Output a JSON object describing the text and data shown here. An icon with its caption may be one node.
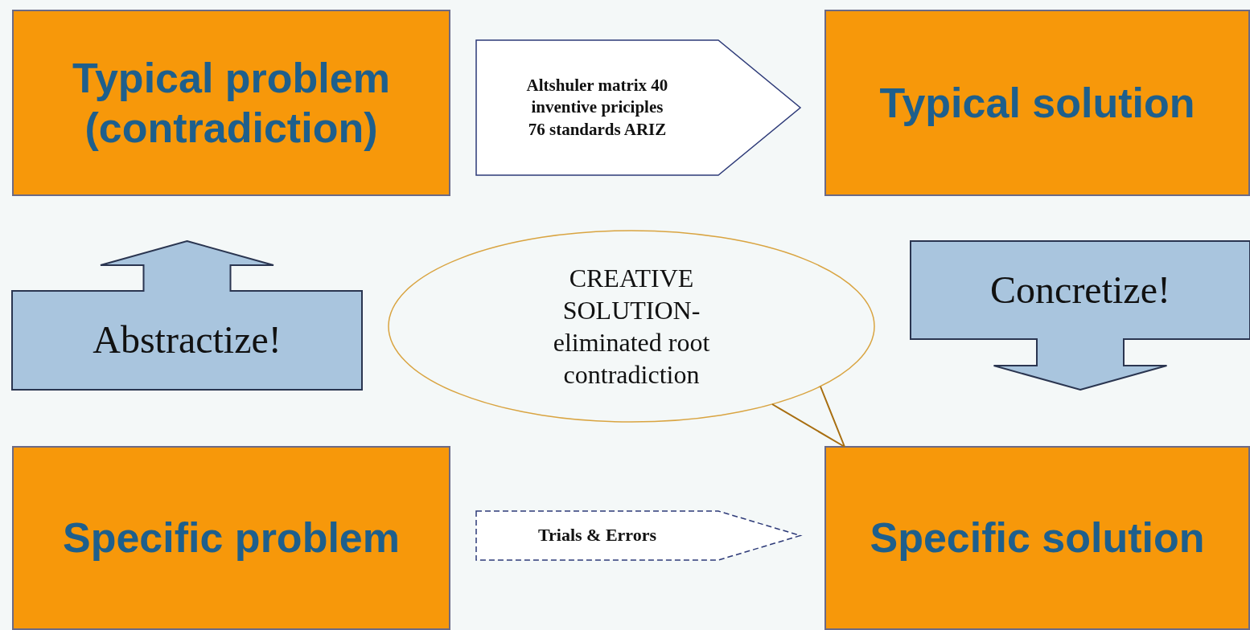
{
  "diagram": {
    "nodes": [
      {
        "text": [
          "Typical problem (contradiction)"
        ]
      },
      {
        "text": [
          "Typical solution"
        ]
      },
      {
        "text": [
          "CREATIVE SOLUTION- eliminated root contradiction"
        ]
      },
      {
        "text": [
          "Specific problem"
        ]
      },
      {
        "text": [
          "Specific solution"
        ]
      }
    ],
    "edges": [
      {
        "from": 0,
        "to": 1,
        "arrow": "to",
        "label": "Altshuler matrix 40 inventive priciples 76 standards ARIZ"
      },
      {
        "from": 3,
        "to": 0,
        "arrow": "to",
        "label": "Abstractize!",
        "style": "thick"
      },
      {
        "from": 1,
        "to": 4,
        "arrow": "to",
        "label": "Concretize!",
        "style": "thick"
      },
      {
        "from": 3,
        "to": 4,
        "arrow": "to",
        "label": "Trials & Errors",
        "style": "dashed"
      },
      {
        "from": 2,
        "to": 4,
        "arrow": "none"
      }
    ]
  }
}
